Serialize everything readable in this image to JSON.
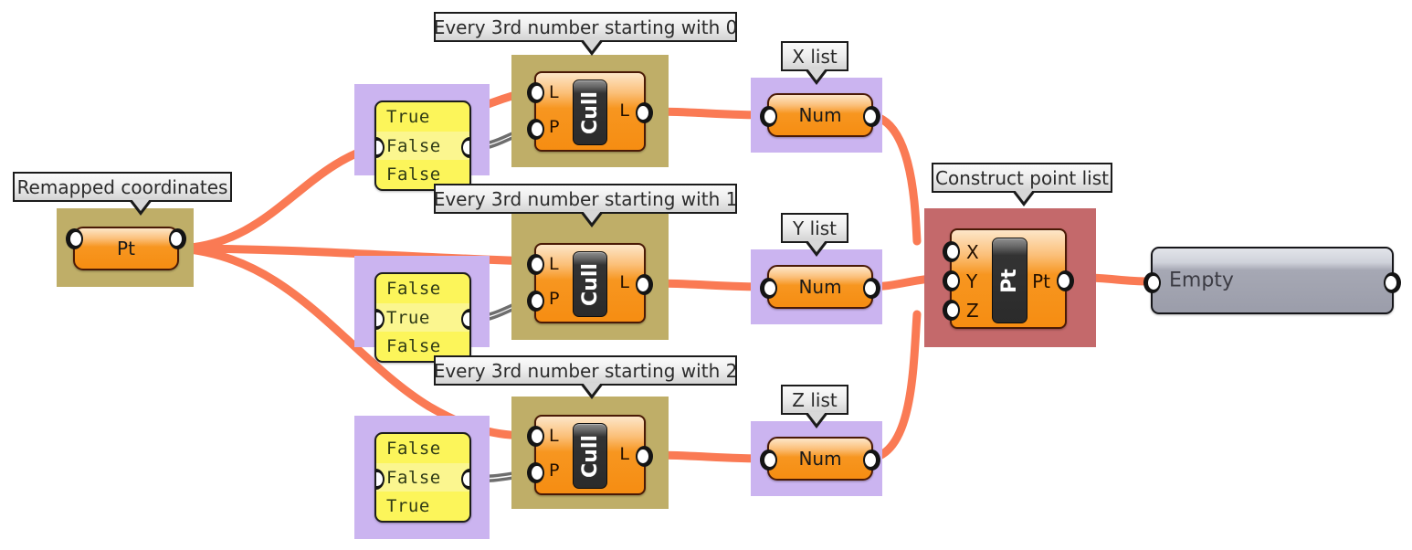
{
  "graph": {
    "type": "node-graph",
    "style": "grasshopper-visual-programming",
    "background": "#ffffff",
    "wire_color": "#fa7a54",
    "wire_color_bool": "#5a5a5a"
  },
  "callouts": {
    "remapped": "Remapped coordinates",
    "every3_0": "Every 3rd number starting with 0",
    "every3_1": "Every 3rd number starting with 1",
    "every3_2": "Every 3rd number starting with 2",
    "x_list": "X list",
    "y_list": "Y list",
    "z_list": "Z list",
    "construct": "Construct point list"
  },
  "nodes": {
    "source_point": {
      "caption": "Pt",
      "group_color": "#bfae68",
      "ports_in": [
        ""
      ],
      "ports_out": [
        ""
      ]
    },
    "bool_lists": [
      {
        "id": "bool-0",
        "values": [
          "True",
          "False",
          "False"
        ],
        "group_color": "#cbb4f0"
      },
      {
        "id": "bool-1",
        "values": [
          "False",
          "True",
          "False"
        ],
        "group_color": "#cbb4f0"
      },
      {
        "id": "bool-2",
        "values": [
          "False",
          "False",
          "True"
        ],
        "group_color": "#cbb4f0"
      }
    ],
    "cull_nodes": [
      {
        "id": "cull-0",
        "label": "Cull",
        "in": [
          "L",
          "P"
        ],
        "out": [
          "L"
        ],
        "group_color": "#bfae68"
      },
      {
        "id": "cull-1",
        "label": "Cull",
        "in": [
          "L",
          "P"
        ],
        "out": [
          "L"
        ],
        "group_color": "#bfae68"
      },
      {
        "id": "cull-2",
        "label": "Cull",
        "in": [
          "L",
          "P"
        ],
        "out": [
          "L"
        ],
        "group_color": "#bfae68"
      }
    ],
    "num_nodes": [
      {
        "id": "num-x",
        "caption": "Num",
        "group_color": "#cbb4f0"
      },
      {
        "id": "num-y",
        "caption": "Num",
        "group_color": "#cbb4f0"
      },
      {
        "id": "num-z",
        "caption": "Num",
        "group_color": "#cbb4f0"
      }
    ],
    "construct_point": {
      "label": "Pt",
      "in": [
        "X",
        "Y",
        "Z"
      ],
      "out": [
        "Pt"
      ],
      "group_color": "#c4696b"
    },
    "empty_panel": {
      "caption": "Empty"
    }
  }
}
